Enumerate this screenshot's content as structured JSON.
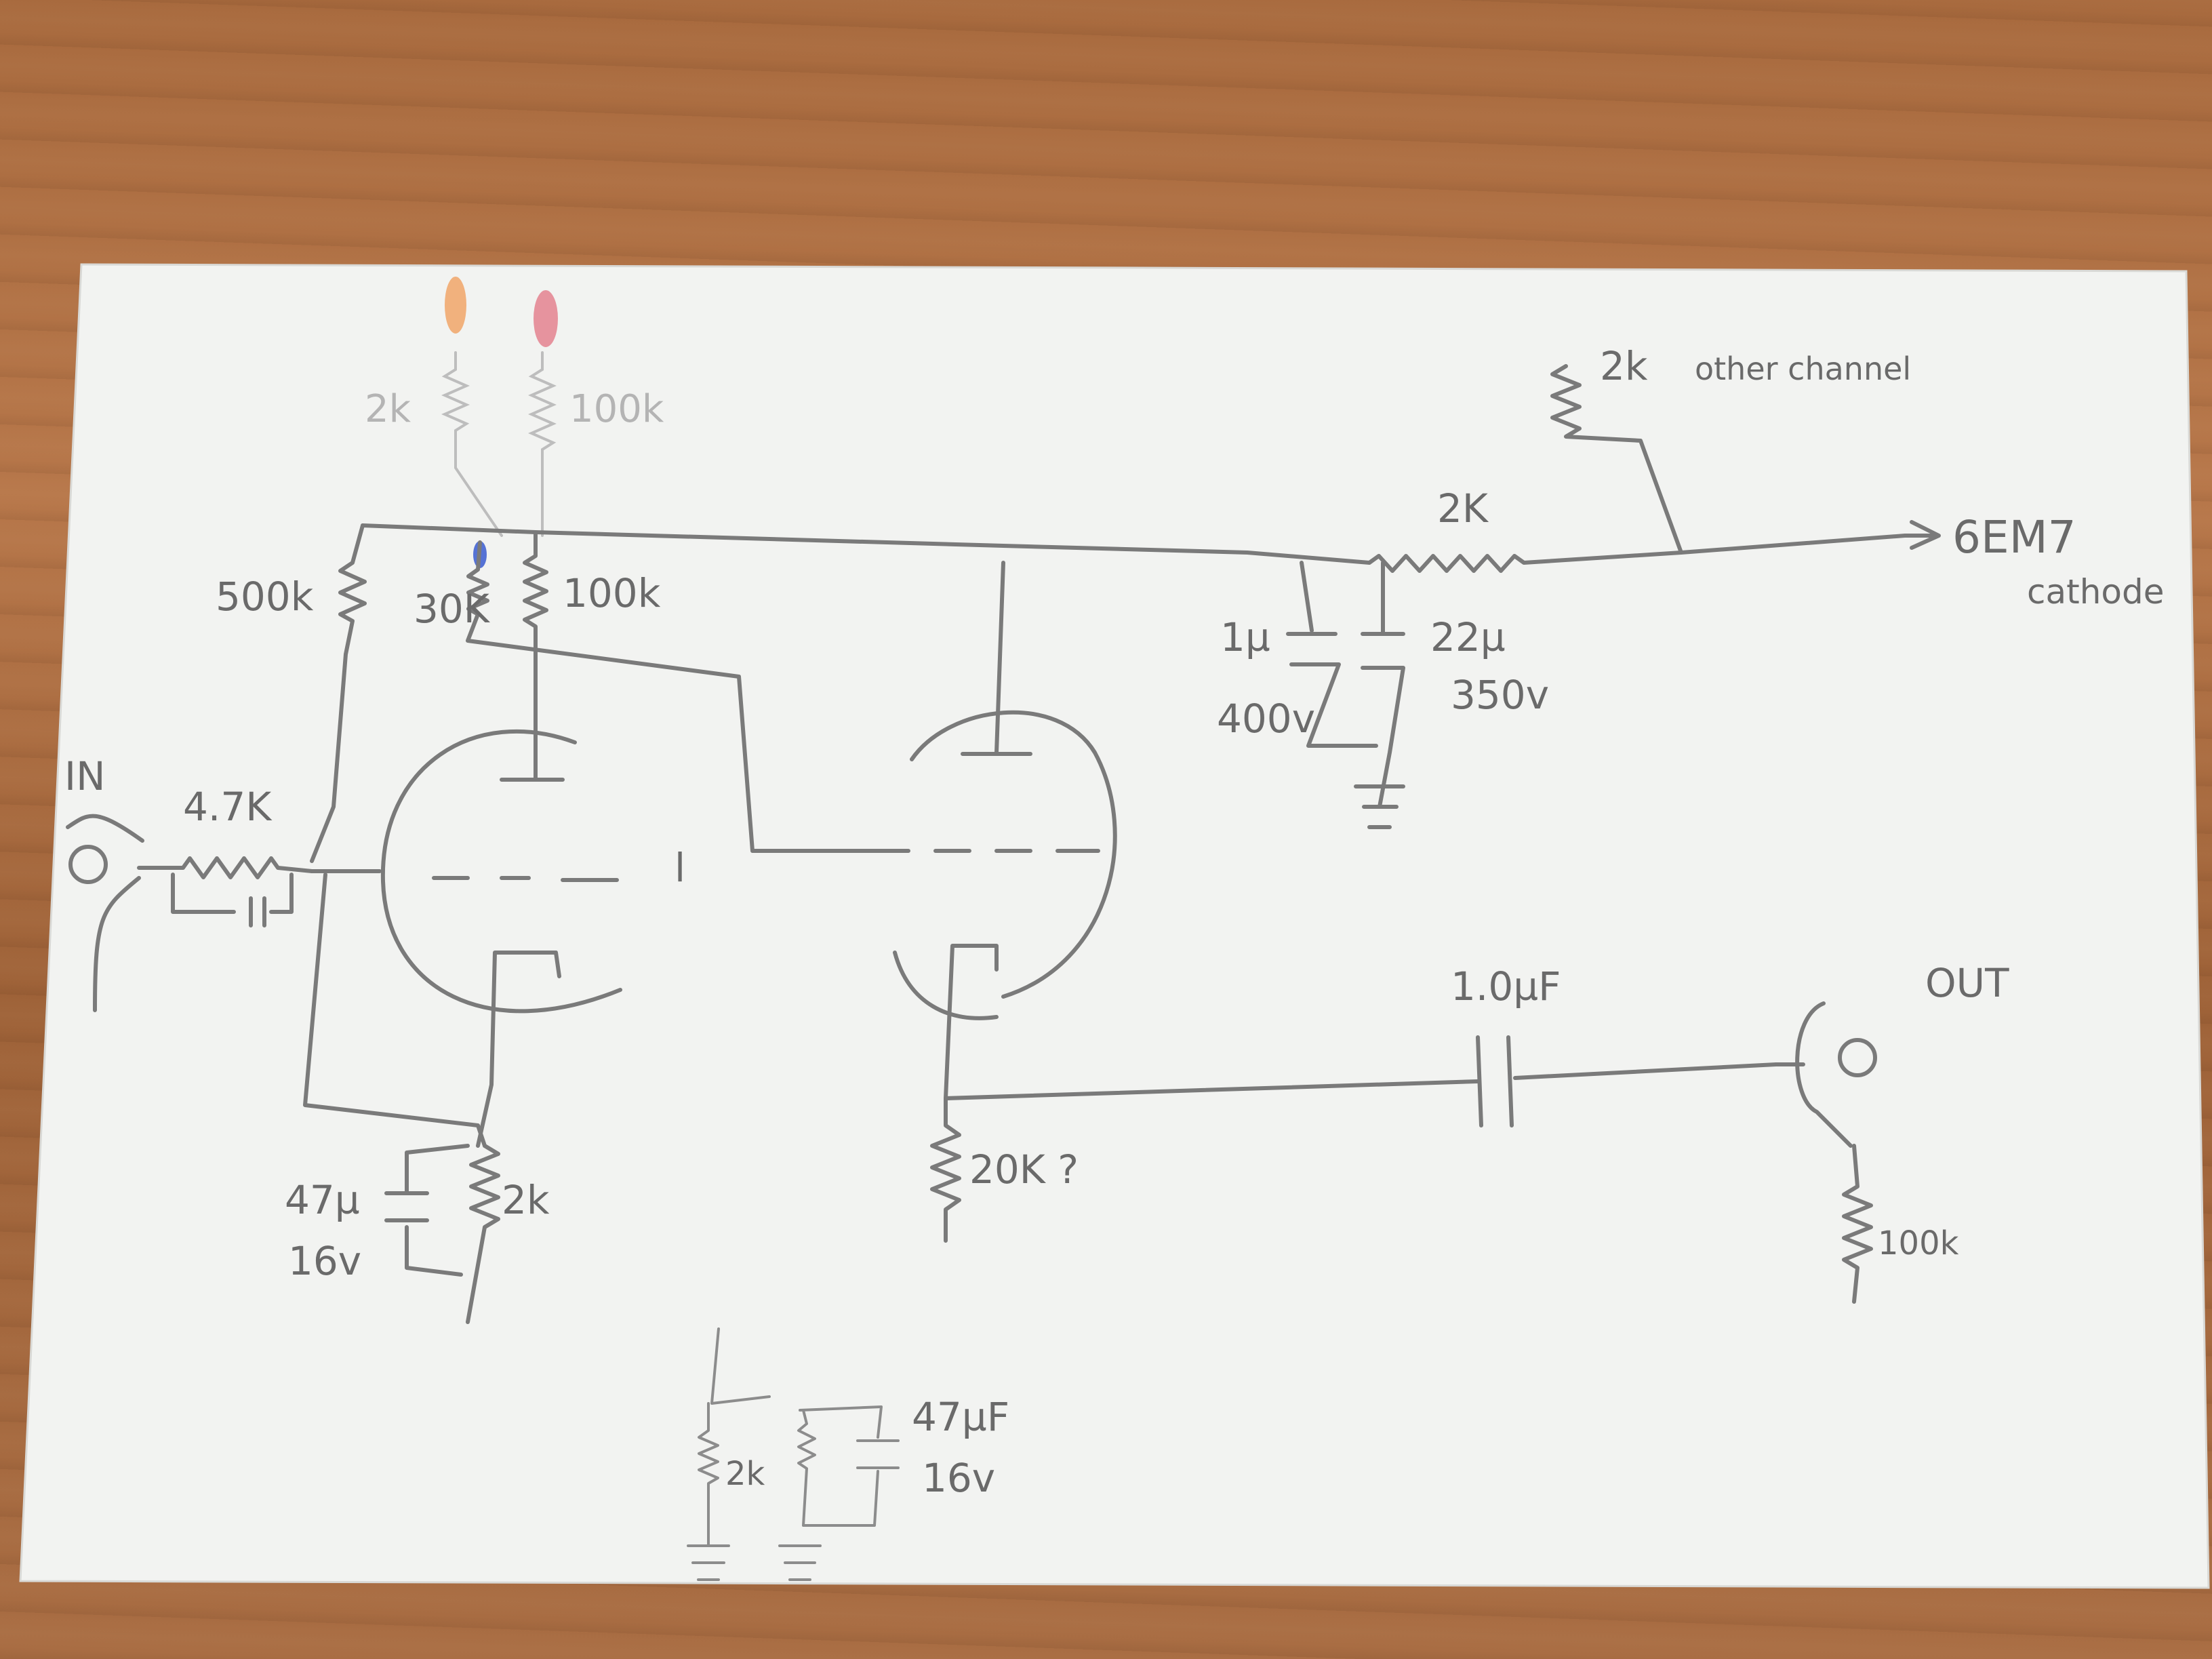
{
  "labels": {
    "input": "IN",
    "output": "OUT",
    "r_plate_bias": "500k",
    "r_30k": "30K",
    "r_100k": "100k",
    "r_faint_left": "2k",
    "r_faint_right": "100k",
    "r_input": "4.7K",
    "r_2k_supply": "2K",
    "r_2k_other": "2k",
    "other_channel": "other channel",
    "tube_ref": "6EM7",
    "tube_ref_sub": "cathode",
    "cap_1u": "1µ",
    "cap_400v": "400v",
    "cap_22u": "22µ",
    "cap_350v": "350v",
    "cap_47u_cathode": "47µ",
    "cap_16v_cathode": "16v",
    "r_2k_cathode": "2k",
    "r_20k": "20K ?",
    "cap_out": "1.0µF",
    "r_out": "100k",
    "r_2k_bottom": "2k",
    "cap_47u_bottom": "47µF",
    "cap_16v_bottom": "16v"
  },
  "colors": {
    "paper": "#f2f3f1",
    "pencil": "#7a7a7a",
    "wood": "#a86a3e",
    "marker_orange": "#f0a060",
    "marker_pink": "#e27a8a",
    "marker_blue": "#3a5bd0"
  }
}
